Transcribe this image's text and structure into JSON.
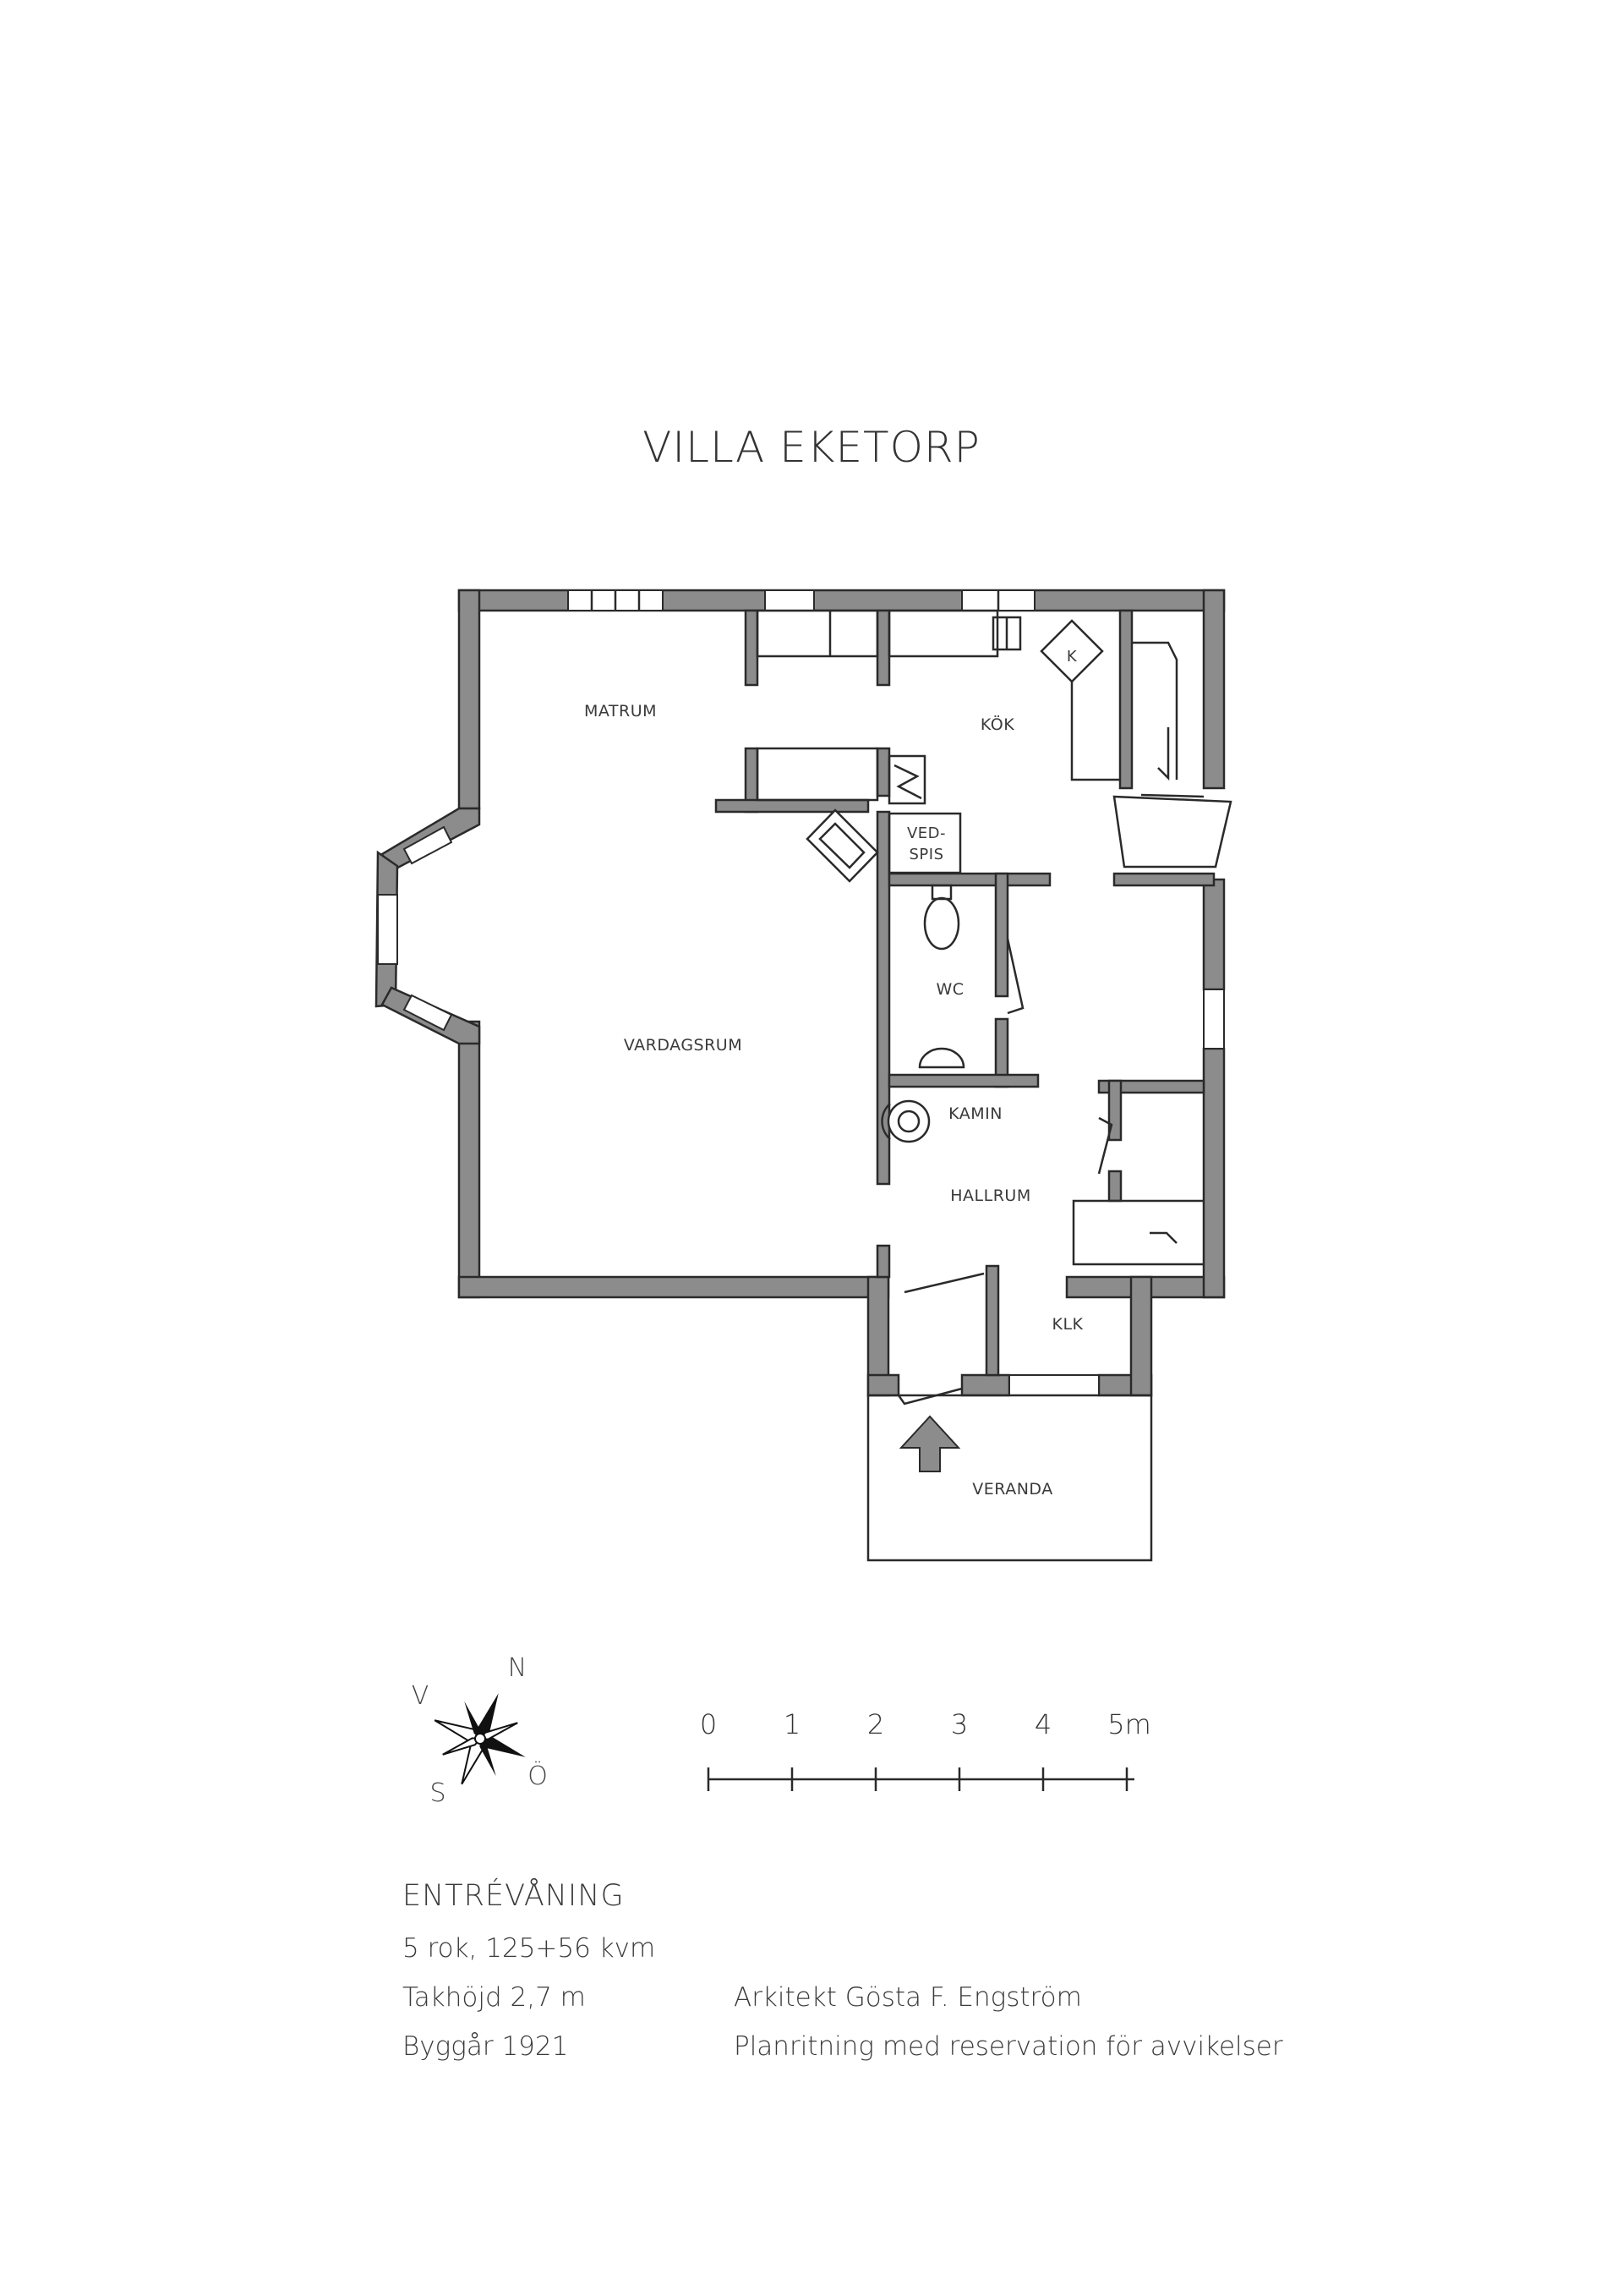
{
  "title": "VILLA EKETORP",
  "rooms": {
    "matrum": "MATRUM",
    "kok": "KÖK",
    "vedspis_1": "VED-",
    "vedspis_2": "SPIS",
    "wc": "WC",
    "vardagsrum": "VARDAGSRUM",
    "kamin": "KAMIN",
    "hallrum": "HALLRUM",
    "klk": "KLK",
    "veranda": "VERANDA",
    "k": "K"
  },
  "compass": {
    "n": "N",
    "v": "V",
    "s": "S",
    "o": "Ö"
  },
  "scale": {
    "ticks": [
      "0",
      "1",
      "2",
      "3",
      "4",
      "5m"
    ]
  },
  "info": {
    "heading": "ENTRÉVÅNING",
    "rooms_area": "5 rok, 125+56 kvm",
    "ceiling": "Takhöjd 2,7 m",
    "year": "Byggår 1921",
    "architect": "Arkitekt Gösta F. Engström",
    "disclaimer": "Planritning med reservation för avvikelser"
  }
}
